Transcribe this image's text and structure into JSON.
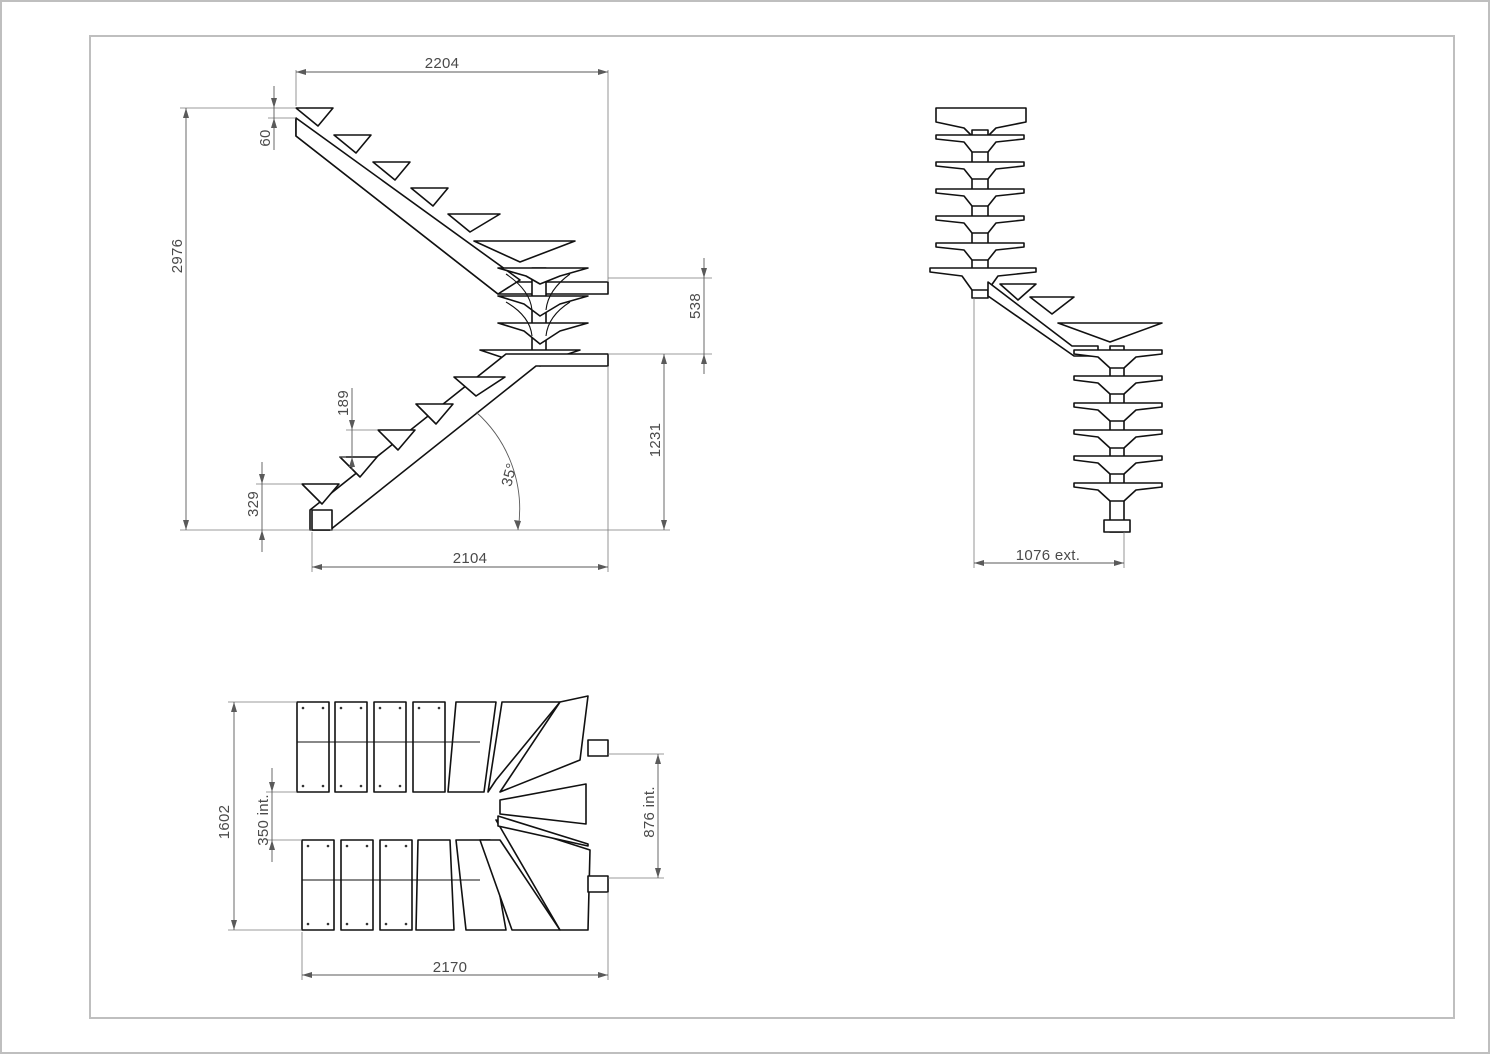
{
  "side_view": {
    "total_length": "2204",
    "total_height": "2976",
    "top_offset": "60",
    "landing_height": "538",
    "lower_flight_height": "1231",
    "step_rise": "189",
    "first_step": "329",
    "angle": "35°",
    "base_length": "2104"
  },
  "front_view": {
    "width_ext": "1076 ext."
  },
  "plan_view": {
    "total_width": "1602",
    "gap_int": "350 int.",
    "landing_int": "876 int.",
    "total_length": "2170"
  }
}
